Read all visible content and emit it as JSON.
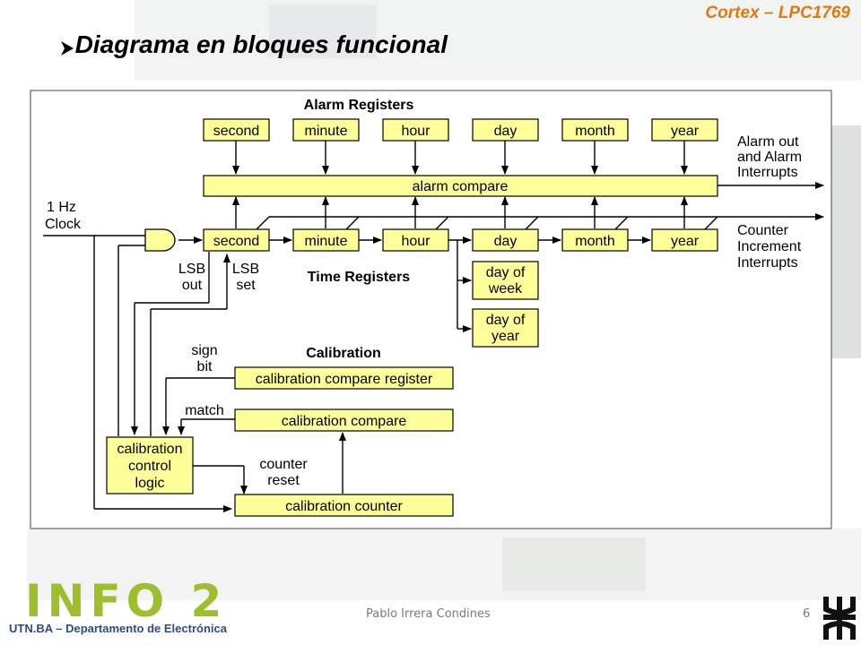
{
  "header": {
    "title": "Cortex – LPC1769"
  },
  "slide": {
    "title": "Diagrama en bloques funcional"
  },
  "diagram": {
    "alarm_registers_title": "Alarm Registers",
    "alarm_blocks": [
      "second",
      "minute",
      "hour",
      "day",
      "month",
      "year"
    ],
    "alarm_compare": "alarm compare",
    "alarm_out": [
      "Alarm out",
      "and Alarm",
      "Interrupts"
    ],
    "clock_label": [
      "1 Hz",
      "Clock"
    ],
    "time_blocks": [
      "second",
      "minute",
      "hour",
      "day",
      "month",
      "year"
    ],
    "counter_out": [
      "Counter",
      "Increment",
      "Interrupts"
    ],
    "lsb_out": [
      "LSB",
      "out"
    ],
    "lsb_set": [
      "LSB",
      "set"
    ],
    "time_registers_title": "Time Registers",
    "day_of_week": [
      "day of",
      "week"
    ],
    "day_of_year": [
      "day of",
      "year"
    ],
    "calibration_title": "Calibration",
    "sign_bit": [
      "sign",
      "bit"
    ],
    "cal_compare_register": "calibration compare register",
    "match": "match",
    "cal_compare": "calibration compare",
    "cal_control": [
      "calibration",
      "control",
      "logic"
    ],
    "counter_reset": [
      "counter",
      "reset"
    ],
    "cal_counter": "calibration counter"
  },
  "footer": {
    "author": "Pablo Irrera Condines",
    "page": "6",
    "logo_text": "INFO 2",
    "department": "UTN.BA – Departamento de Electrónica"
  },
  "colors": {
    "block_fill": "#ffff99",
    "accent_orange": "#e07a10",
    "logo_green": "#9cbf2b",
    "dept_blue": "#2c4d86"
  }
}
